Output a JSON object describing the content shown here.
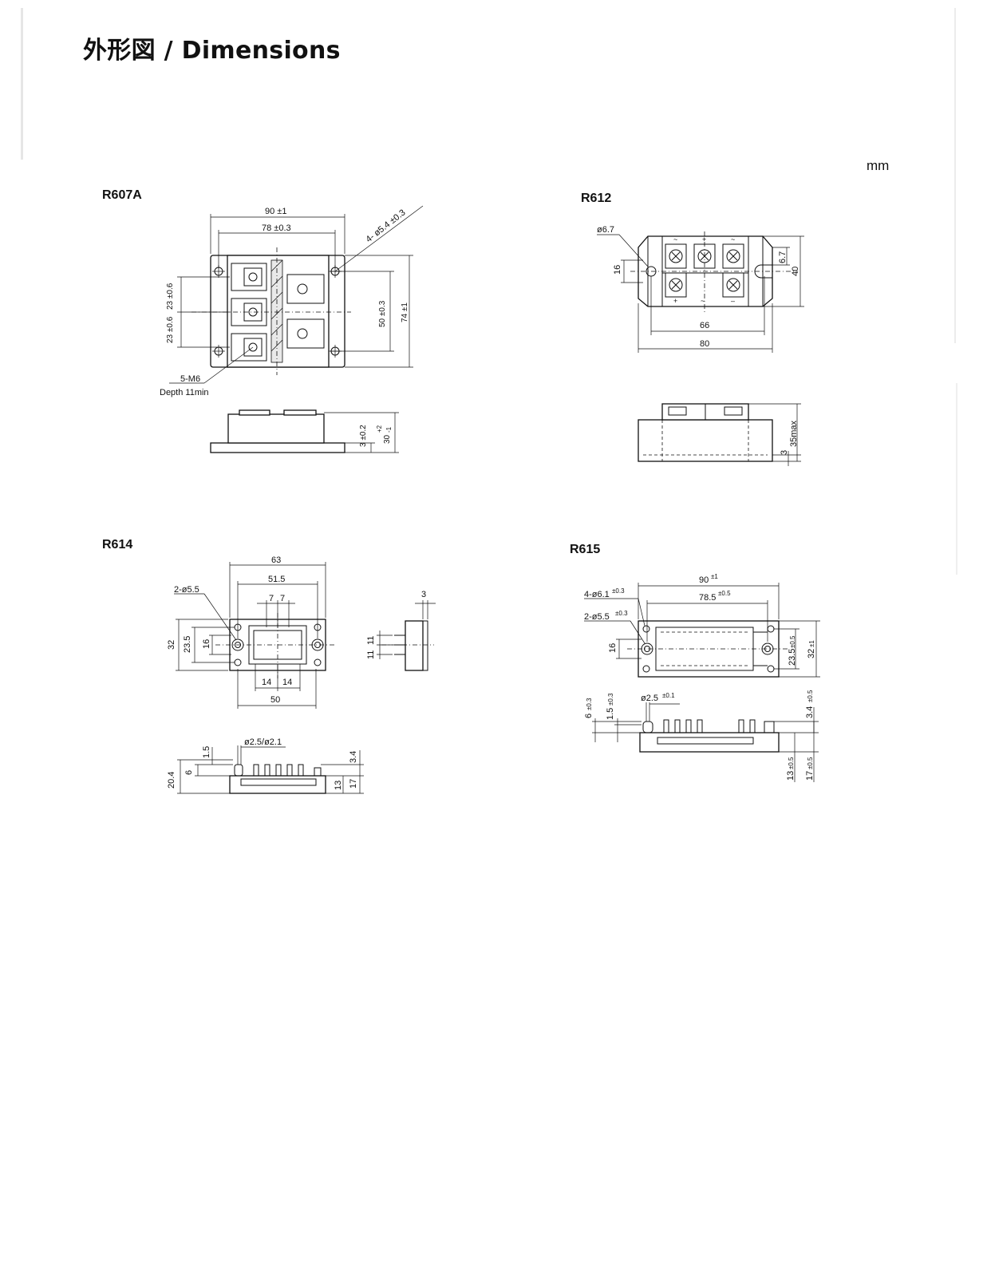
{
  "header": {
    "title": "外形図 / Dimensions",
    "unit": "mm"
  },
  "r607a": {
    "label": "R607A",
    "dims": {
      "width_overall": "90 ±1",
      "width_holes": "78 ±0.3",
      "holes": "4- ø5.4 ±0.3",
      "pitch_top": "23 ±0.6",
      "pitch_bottom": "23 ±0.6",
      "height_holes": "50 ±0.3",
      "height_overall": "74 ±1",
      "screw": "5-M6",
      "depth": "Depth 11min",
      "base_thickness": "3 ±0.2",
      "height": "30",
      "height_tol_upper": "+2",
      "height_tol_lower": "-1"
    }
  },
  "r612": {
    "label": "R612",
    "dims": {
      "hole": "ø6.7",
      "pitch": "16",
      "terminal_offset": "6.7",
      "height": "40",
      "hole_spacing": "66",
      "width": "80",
      "base": "3",
      "max_height": "35max"
    },
    "terminal_marks": [
      "~",
      "+",
      "~",
      "~",
      "+",
      "–"
    ]
  },
  "r614": {
    "label": "R614",
    "dims": {
      "width_overall": "63",
      "width_holes": "51.5",
      "holes": "2-ø5.5",
      "pin_pitch_a": "7",
      "pin_pitch_b": "7",
      "height": "32",
      "hole_pitch": "23.5",
      "center": "16",
      "spacing_a": "14",
      "spacing_b": "14",
      "width_inner": "50",
      "side_width": "3",
      "side_pitch_a": "11",
      "side_pitch_b": "11",
      "pin_dia": "ø2.5/ø2.1",
      "pin_height": "1.5",
      "total_height": "20.4",
      "pin_len": "6",
      "top": "3.4",
      "body_h": "13",
      "body_total": "17"
    }
  },
  "r615": {
    "label": "R615",
    "dims": {
      "width_overall": "90",
      "width_overall_tol": "±1",
      "width_holes": "78.5",
      "width_holes_tol": "±0.5",
      "holes_a": "4-ø6.1",
      "holes_a_tol": "±0.3",
      "holes_b": "2-ø5.5",
      "holes_b_tol": "±0.3",
      "center": "16",
      "hole_pitch": "23.5",
      "hole_pitch_tol": "±0.5",
      "height": "32",
      "height_tol": "±1",
      "pin_dia": "ø2.5",
      "pin_dia_tol": "±0.1",
      "pin_len": "6",
      "pin_len_tol": "±0.3",
      "pin_step": "1.5",
      "pin_step_tol": "±0.3",
      "top": "3.4",
      "top_tol": "±0.5",
      "body_h": "13",
      "body_h_tol": "±0.5",
      "body_total": "17",
      "body_total_tol": "±0.5"
    }
  }
}
